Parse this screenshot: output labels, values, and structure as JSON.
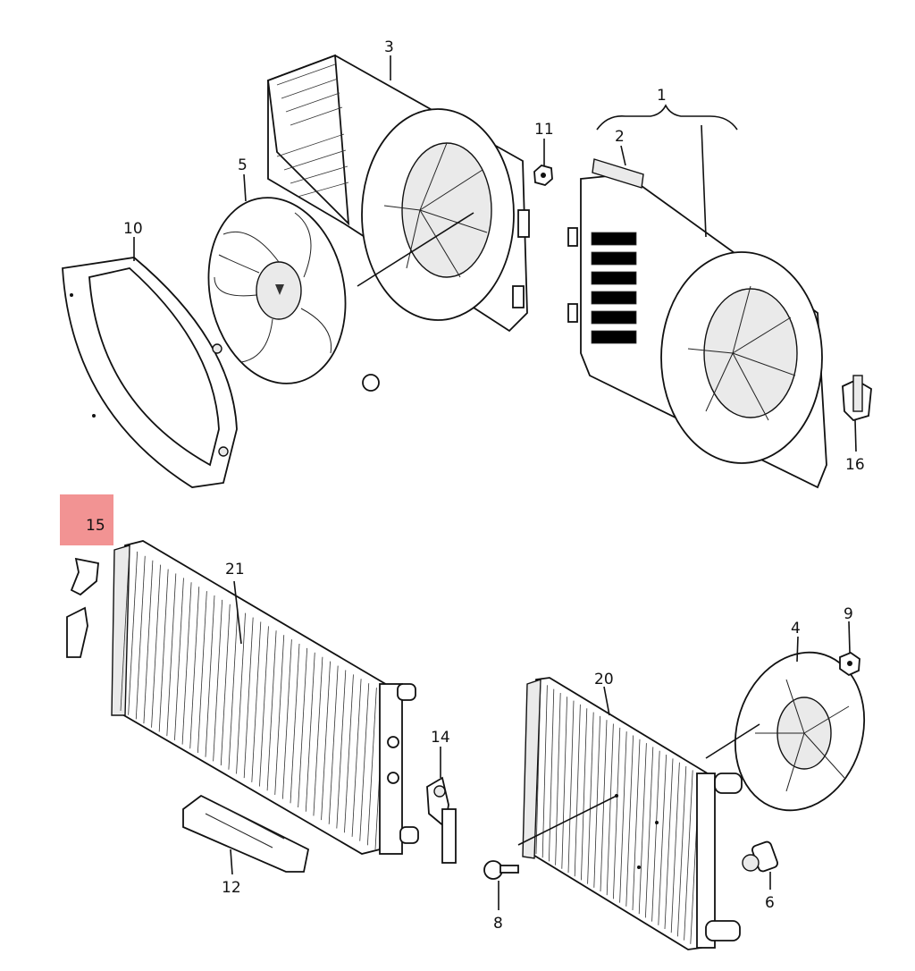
{
  "diagram": {
    "callouts": {
      "c1": "1",
      "c2": "2",
      "c3": "3",
      "c4": "4",
      "c5": "5",
      "c6": "6",
      "c8": "8",
      "c9": "9",
      "c10": "10",
      "c11": "11",
      "c12": "12",
      "c14": "14",
      "c15": "15",
      "c16": "16",
      "c20": "20",
      "c21": "21"
    },
    "highlight": {
      "callout": "15",
      "color": "#f08080"
    },
    "colors": {
      "ink": "#111111",
      "background": "#ffffff"
    }
  }
}
